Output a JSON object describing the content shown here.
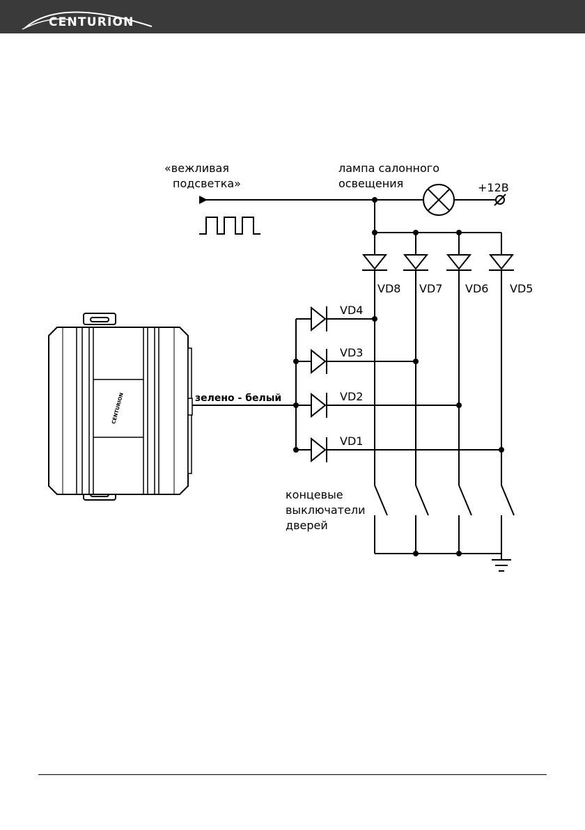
{
  "header": {
    "logo_text": "CENTURION",
    "background_color": "#3a3a3a"
  },
  "diagram": {
    "courtesy_light_label": [
      "«вежливая",
      "подсветка»"
    ],
    "lamp_label": [
      "лампа салонного",
      "освещения"
    ],
    "supply_label": "+12В",
    "wire_label": "зелено - белый",
    "door_switches_label": [
      "концевые",
      "выключатели",
      "дверей"
    ],
    "diodes_top": [
      "VD8",
      "VD7",
      "VD6",
      "VD5"
    ],
    "diodes_left": [
      "VD4",
      "VD3",
      "VD2",
      "VD1"
    ],
    "unit_logo_text": "CENTURION"
  }
}
